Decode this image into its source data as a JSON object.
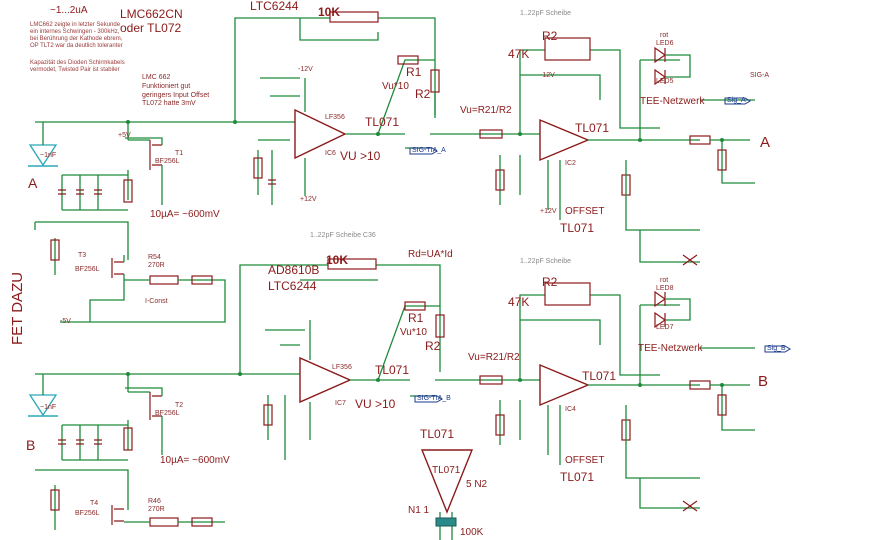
{
  "notes": {
    "current": "~1...2uA",
    "lmc_note": [
      "LMC662 zeigte in letzter Sekunde",
      "ein internes Schwingen - 300kHz,",
      "bei Berührung der Kathode ebrem,",
      "OP TLT2 war da deutlich toleranter"
    ],
    "cap_note": [
      "Kapazität des Dioden Schirmkabels",
      "vermodet, Twisted Pair ist stabiler"
    ],
    "lmc662_note": [
      "LMC 662",
      "Funktioniert gut",
      "geringers Input Offset",
      "TL072 hatte 3mV"
    ],
    "fet_dazu": "FET DAZU"
  },
  "top": {
    "opamp_choice": [
      "LMC662CN",
      "oder TL072"
    ],
    "ltc": "LTC6244",
    "r_feedback": "10K",
    "cap_scheibe": "1..22pF Scheibe",
    "r2_label": "R2",
    "k47": "47K",
    "r1": "R1",
    "vu10": "Vu*10",
    "vu_r": "Vu=R21/R2",
    "tl071_a": "TL071",
    "tl071_b": "TL071",
    "tl071_c": "TL071",
    "vu_gt10": "VU >10",
    "offset": "OFFSET",
    "ic6": "IC6",
    "ic2": "IC2",
    "lf356": "LF356",
    "channel": "A",
    "tee": "TEE-Netzwerk",
    "led_top": "rot",
    "led6": "LED6",
    "led5": "LED5",
    "sig_tia": "SIG-TIA_A",
    "sig_out": "Sig_A",
    "sig_a_small": "SIG-A",
    "current_spec": "10µA= ~600mV",
    "t1": "T1",
    "t1_type": "BF256L",
    "t3": "T3",
    "t3_type": "BF256L",
    "r54": "R54",
    "r54_val": "270R",
    "i_const": "I-Const",
    "diode_cap": "~1nF",
    "v12p": "+12V",
    "v12n": "-12V",
    "v5": "+5V",
    "v5n": "-5V",
    "diode_label": "A"
  },
  "bottom": {
    "ad8610": "AD8610B",
    "ltc": "LTC6244",
    "r_feedback": "10K",
    "cap_scheibe": "1..22pF Scheibe C36",
    "rd": "Rd=UA*Id",
    "cap_scheibe2": "1..22pF Scheibe",
    "r2_label": "R2",
    "k47": "47K",
    "r1": "R1",
    "vu10": "Vu*10",
    "vu_r": "Vu=R21/R2",
    "tl071_a": "TL071",
    "tl071_b": "TL071",
    "tl071_c": "TL071",
    "vu_gt10": "VU >10",
    "offset": "OFFSET",
    "ic7": "IC7",
    "ic4": "IC4",
    "lf356": "LF356",
    "channel": "B",
    "tee": "TEE-Netzwerk",
    "led_top": "rot",
    "led8": "LED8",
    "led7": "LED7",
    "sig_tia": "SIG-TIA_B",
    "sig_out": "Sig_B",
    "current_spec": "10µA= ~600mV",
    "t2": "T2",
    "t2_type": "BF256L",
    "t4": "T4",
    "t4_type": "BF256L",
    "r46": "R46",
    "r46_val": "270R",
    "diode_cap": "~1nF",
    "diode_label": "B",
    "standalone_tl071": "TL071",
    "standalone_tl071_inner": "TL071",
    "n1": "N1 1",
    "n2": "5 N2",
    "r100k": "100K"
  },
  "colors": {
    "wire": "#1e8a3a",
    "component": "#8b1a1a",
    "net_label": "#1a3a8a",
    "diode": "#2aa8b8"
  }
}
